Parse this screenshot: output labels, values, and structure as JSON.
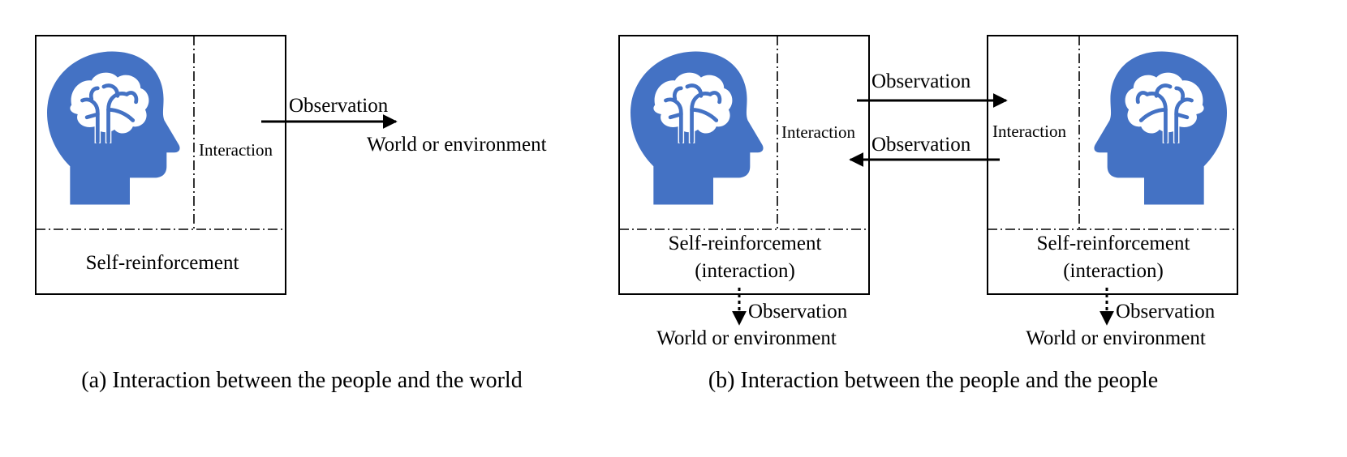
{
  "colors": {
    "head": "#4472C4",
    "brain": "#ffffff",
    "line": "#000000"
  },
  "panel_a": {
    "interaction": "Interaction",
    "self_reinforcement": "Self-reinforcement",
    "observation": "Observation",
    "world": "World or environment",
    "caption": "(a) Interaction between the people and the world"
  },
  "panel_b": {
    "left": {
      "interaction": "Interaction",
      "self_reinforcement_1": "Self-reinforcement",
      "self_reinforcement_2": "(interaction)",
      "observation": "Observation",
      "world": "World or environment"
    },
    "right": {
      "interaction": "Interaction",
      "self_reinforcement_1": "Self-reinforcement",
      "self_reinforcement_2": "(interaction)",
      "observation": "Observation",
      "world": "World or environment"
    },
    "observation_top": "Observation",
    "observation_bottom": "Observation",
    "caption": "(b) Interaction between the people and the people"
  }
}
